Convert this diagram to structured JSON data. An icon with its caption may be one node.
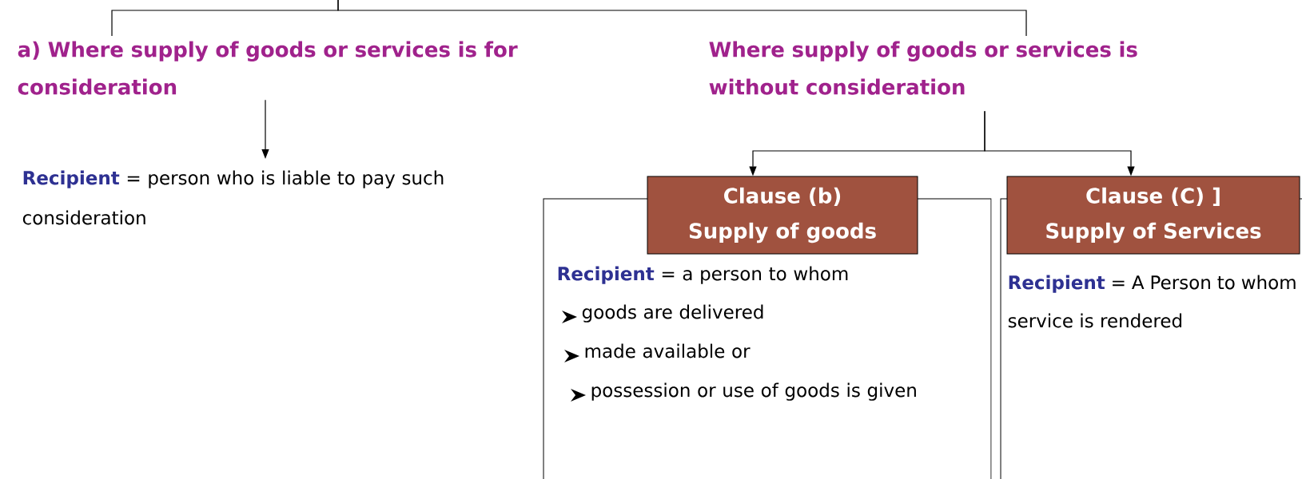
{
  "diagram": {
    "nodes": [
      {
        "text": [
          "a) Where supply of goods or services is for consideration"
        ]
      },
      {
        "text": [
          "**Recipient** = person who is liable to pay such consideration"
        ]
      },
      {
        "text": [
          "Where supply of goods or services is without consideration"
        ]
      },
      {
        "text": [
          "Clause (b)",
          "Supply of goods",
          "**Recipient** = a person to whom",
          "goods are delivered",
          "made available or",
          "possession or use of goods is given"
        ]
      },
      {
        "text": [
          "Clause (C) ]",
          "Supply of Services",
          "**Recipient** = A Person to whom service is rendered"
        ]
      }
    ],
    "edges": [
      {
        "from": null,
        "to": 0,
        "arrow": "none"
      },
      {
        "from": null,
        "to": 2,
        "arrow": "none"
      },
      {
        "from": 0,
        "to": 1,
        "arrow": "to"
      },
      {
        "from": 2,
        "to": 3,
        "arrow": "to"
      },
      {
        "from": 2,
        "to": 4,
        "arrow": "to"
      }
    ]
  }
}
